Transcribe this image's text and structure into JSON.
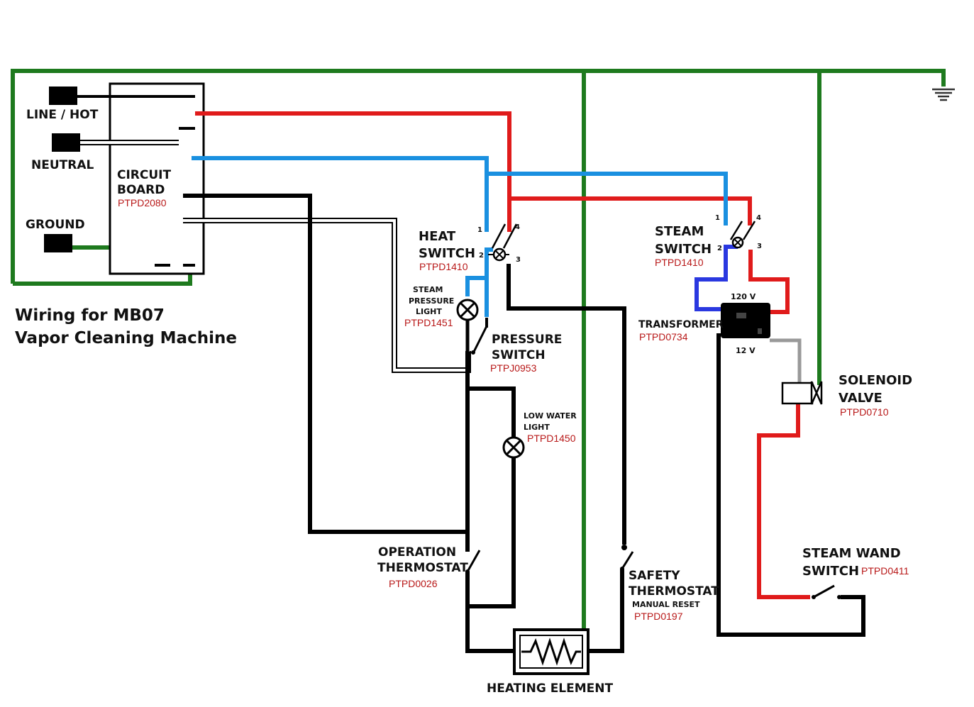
{
  "title": {
    "line1": "Wiring for MB07",
    "line2": "Vapor Cleaning Machine"
  },
  "colors": {
    "ground": "#1e7a1e",
    "hot": "#e01b1b",
    "neutral": "#1a90e0",
    "dark_blue": "#2a38e0",
    "control": "#000000",
    "low_voltage": "#999999",
    "part_code": "#b81818"
  },
  "terminals": {
    "line_hot": "LINE / HOT",
    "neutral": "NEUTRAL",
    "ground": "GROUND"
  },
  "circuit_board": {
    "line1": "CIRCUIT",
    "line2": "BOARD",
    "code": "PTPD2080"
  },
  "heat_switch": {
    "line1": "HEAT",
    "line2": "SWITCH",
    "code": "PTPD1410",
    "pins": [
      "1",
      "2",
      "3",
      "4"
    ]
  },
  "steam_switch": {
    "line1": "STEAM",
    "line2": "SWITCH",
    "code": "PTPD1410",
    "pins": [
      "1",
      "2",
      "3",
      "4"
    ]
  },
  "steam_pressure_light": {
    "line1": "STEAM",
    "line2": "PRESSURE",
    "line3": "LIGHT",
    "code": "PTPD1451"
  },
  "pressure_switch": {
    "line1": "PRESSURE",
    "line2": "SWITCH",
    "code": "PTPJ0953"
  },
  "transformer": {
    "label": "TRANSFORMER",
    "code": "PTPD0734",
    "primary": "120 V",
    "secondary": "12 V"
  },
  "solenoid_valve": {
    "line1": "SOLENOID",
    "line2": "VALVE",
    "code": "PTPD0710"
  },
  "low_water_light": {
    "line1": "LOW WATER",
    "line2": "LIGHT",
    "code": "PTPD1450"
  },
  "operation_thermostat": {
    "line1": "OPERATION",
    "line2": "THERMOSTAT",
    "code": "PTPD0026"
  },
  "safety_thermostat": {
    "line1": "SAFETY",
    "line2": "THERMOSTAT",
    "note": "MANUAL RESET",
    "code": "PTPD0197"
  },
  "steam_wand_switch": {
    "line1": "STEAM WAND",
    "line2": "SWITCH",
    "code": "PTPD0411"
  },
  "heating_element": {
    "label": "HEATING ELEMENT"
  }
}
